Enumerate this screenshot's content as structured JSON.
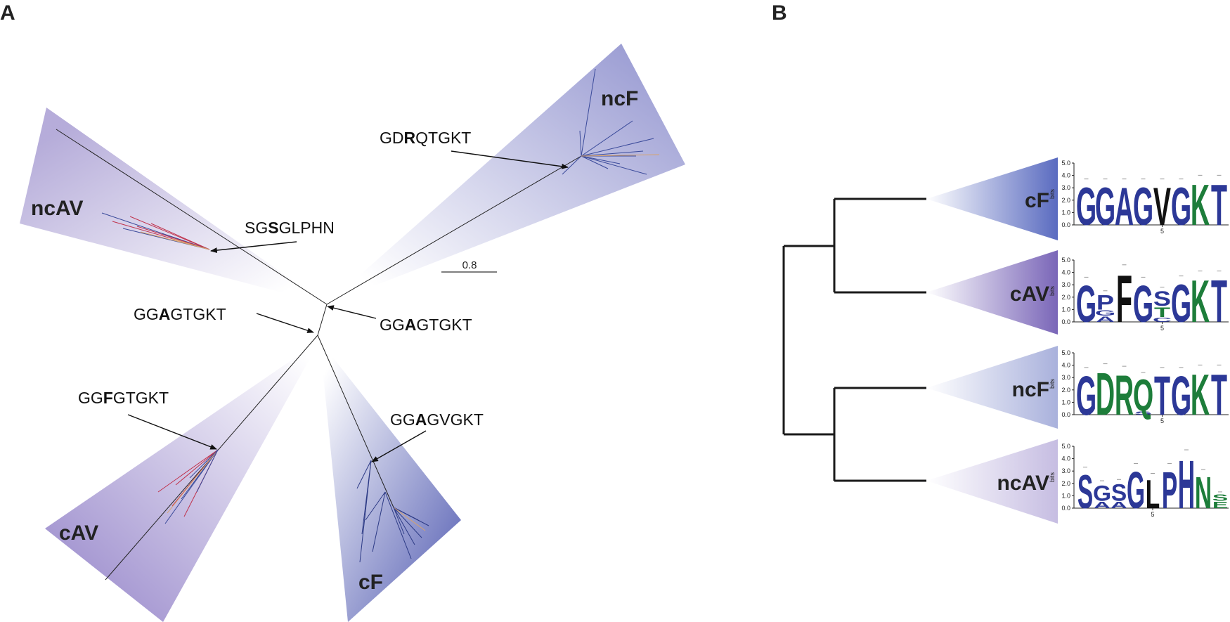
{
  "panels": {
    "a": "A",
    "b": "B"
  },
  "colors": {
    "wedge": "#8d8fcd",
    "wedge_dark": "#5a63b5",
    "cav_purple": "#8a78c4",
    "logo_blue": "#2c3897",
    "logo_green": "#1d7d3a",
    "logo_black": "#111111",
    "branch_red": "#c0334d",
    "branch_orange": "#d9a36a"
  },
  "tree": {
    "clades": {
      "ncF": "ncF",
      "ncAV": "ncAV",
      "cAV": "cAV",
      "cF": "cF"
    },
    "motifs": {
      "ncF": {
        "pre": "GD",
        "bold": "R",
        "post": "QTGKT"
      },
      "ncAV": {
        "pre": "SG",
        "bold": "S",
        "post": "GLPHN"
      },
      "left_center": {
        "pre": "GG",
        "bold": "A",
        "post": "GTGKT"
      },
      "right_center": {
        "pre": "GG",
        "bold": "A",
        "post": "GTGKT"
      },
      "cAV": {
        "pre": "GG",
        "bold": "F",
        "post": "GTGKT"
      },
      "cF": {
        "pre": "GG",
        "bold": "A",
        "post": "GVGKT"
      }
    },
    "scale_bar": "0.8"
  },
  "cladogram": {
    "rows": [
      {
        "label": "cF"
      },
      {
        "label": "cAV"
      },
      {
        "label": "ncF"
      },
      {
        "label": "ncAV"
      }
    ]
  },
  "logos": {
    "yaxis_label": "bits",
    "ticks": [
      "0.0",
      "1.0",
      "2.0",
      "3.0",
      "4.0",
      "5.0"
    ],
    "xtick": "5",
    "rows": [
      {
        "name": "cF",
        "positions": [
          [
            {
              "l": "G",
              "h": 3.6,
              "c": "blue"
            }
          ],
          [
            {
              "l": "G",
              "h": 3.6,
              "c": "blue"
            }
          ],
          [
            {
              "l": "A",
              "h": 3.6,
              "c": "blue"
            }
          ],
          [
            {
              "l": "G",
              "h": 3.6,
              "c": "blue"
            }
          ],
          [
            {
              "l": "V",
              "h": 3.6,
              "c": "black"
            }
          ],
          [
            {
              "l": "G",
              "h": 3.6,
              "c": "blue"
            }
          ],
          [
            {
              "l": "K",
              "h": 3.9,
              "c": "green"
            }
          ],
          [
            {
              "l": "T",
              "h": 3.9,
              "c": "blue"
            }
          ]
        ]
      },
      {
        "name": "cAV",
        "positions": [
          [
            {
              "l": "G",
              "h": 3.5,
              "c": "blue"
            }
          ],
          [
            {
              "l": "A",
              "h": 0.5,
              "c": "blue"
            },
            {
              "l": "G",
              "h": 0.5,
              "c": "blue"
            },
            {
              "l": "P",
              "h": 1.4,
              "c": "blue"
            }
          ],
          [
            {
              "l": "F",
              "h": 4.5,
              "c": "black"
            }
          ],
          [
            {
              "l": "G",
              "h": 3.5,
              "c": "blue"
            }
          ],
          [
            {
              "l": "C",
              "h": 0.4,
              "c": "blue"
            },
            {
              "l": "T",
              "h": 0.9,
              "c": "green"
            },
            {
              "l": "S",
              "h": 1.4,
              "c": "blue"
            }
          ],
          [
            {
              "l": "G",
              "h": 3.6,
              "c": "blue"
            }
          ],
          [
            {
              "l": "K",
              "h": 4.0,
              "c": "green"
            }
          ],
          [
            {
              "l": "T",
              "h": 4.0,
              "c": "blue"
            }
          ]
        ]
      },
      {
        "name": "ncF",
        "positions": [
          [
            {
              "l": "G",
              "h": 3.7,
              "c": "blue"
            }
          ],
          [
            {
              "l": "D",
              "h": 4.0,
              "c": "green"
            }
          ],
          [
            {
              "l": "R",
              "h": 3.8,
              "c": "green"
            }
          ],
          [
            {
              "l": "S",
              "h": 0.3,
              "c": "blue"
            },
            {
              "l": "Q",
              "h": 3.0,
              "c": "green"
            }
          ],
          [
            {
              "l": "T",
              "h": 3.7,
              "c": "blue"
            }
          ],
          [
            {
              "l": "G",
              "h": 3.7,
              "c": "blue"
            }
          ],
          [
            {
              "l": "K",
              "h": 3.9,
              "c": "green"
            }
          ],
          [
            {
              "l": "T",
              "h": 3.9,
              "c": "blue"
            }
          ]
        ]
      },
      {
        "name": "ncAV",
        "positions": [
          [
            {
              "l": "S",
              "h": 3.2,
              "c": "blue"
            }
          ],
          [
            {
              "l": "A",
              "h": 0.6,
              "c": "blue"
            },
            {
              "l": "G",
              "h": 1.5,
              "c": "blue"
            }
          ],
          [
            {
              "l": "A",
              "h": 0.6,
              "c": "blue"
            },
            {
              "l": "S",
              "h": 1.6,
              "c": "blue"
            }
          ],
          [
            {
              "l": "G",
              "h": 3.5,
              "c": "blue"
            }
          ],
          [
            {
              "l": "L",
              "h": 2.7,
              "c": "black"
            }
          ],
          [
            {
              "l": "P",
              "h": 3.5,
              "c": "blue"
            }
          ],
          [
            {
              "l": "H",
              "h": 4.6,
              "c": "blue"
            }
          ],
          [
            {
              "l": "N",
              "h": 3.0,
              "c": "green"
            }
          ],
          [
            {
              "l": "E",
              "h": 0.6,
              "c": "green"
            },
            {
              "l": "S",
              "h": 0.6,
              "c": "green"
            }
          ]
        ]
      }
    ]
  }
}
